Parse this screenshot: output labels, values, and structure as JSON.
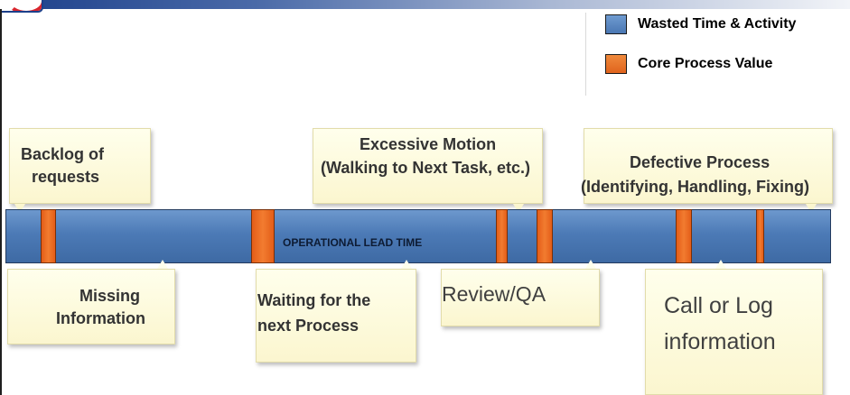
{
  "legend": {
    "items": [
      {
        "label": "Wasted Time & Activity",
        "color": "#4f7cb8"
      },
      {
        "label": "Core Process Value",
        "color": "#e8692a"
      }
    ]
  },
  "timeline": {
    "label": "OPERATIONAL LEAD TIME",
    "waste_color": "#4f7cb8",
    "core_color": "#e8692a"
  },
  "callouts": {
    "backlog": {
      "lines": [
        "Backlog of",
        "requests"
      ]
    },
    "excessive_motion": {
      "lines": [
        "Excessive Motion",
        "(Walking to Next Task, etc.)"
      ]
    },
    "defective_process": {
      "lines": [
        "Defective Process",
        "(Identifying, Handling, Fixing)"
      ]
    },
    "missing_info": {
      "lines": [
        "Missing",
        "Information"
      ]
    },
    "waiting": {
      "lines": [
        "Waiting for the",
        "next Process"
      ]
    },
    "review": {
      "lines": [
        "Review/QA"
      ]
    },
    "call_log": {
      "lines": [
        "Call or Log",
        "information"
      ]
    }
  }
}
